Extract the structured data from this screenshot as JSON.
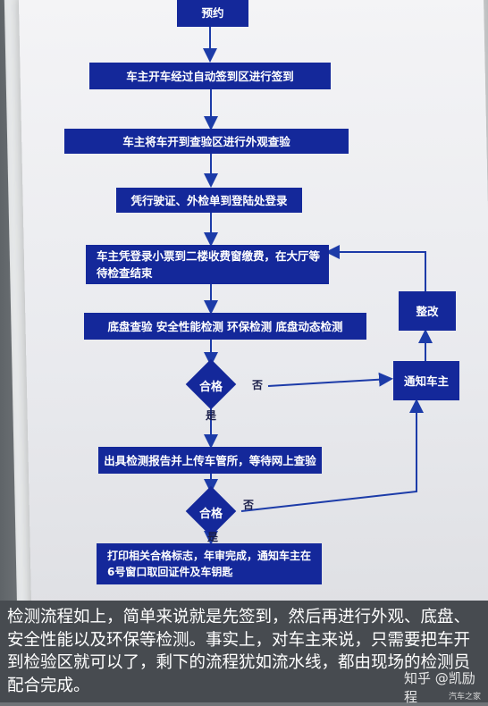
{
  "flowchart": {
    "start": "预约",
    "step1": "车主开车经过自动签到区进行签到",
    "step2": "车主将车开到查验区进行外观查验",
    "step3": "凭行驶证、外检单到登陆处登录",
    "step4": "车主凭登录小票到二楼收费窗缴费，在大厅等待检查结束",
    "step5": "底盘查验  安全性能检测  环保检测  底盘动态检测",
    "decision1": "合格",
    "no1": "否",
    "yes1": "是",
    "notify": "通知车主",
    "rectify": "整改",
    "step6": "出具检测报告并上传车管所，等待网上查验",
    "decision2": "合格",
    "no2": "否",
    "yes2": "是",
    "step7": "打印相关合格标志，年审完成，通知车主在6号窗口取回证件及车钥匙"
  },
  "caption": "检测流程如上，简单来说就是先签到，然后再进行外观、底盘、安全性能以及环保等检测。事实上，对车主来说，只需要把车开到检验区就可以了，剩下的流程犹如流水线，都由现场的检测员配合完成。",
  "watermark": "知乎 @凯励程",
  "watermark_small": "汽车之家",
  "colors": {
    "box": "#14289a",
    "arrow": "#1c3ba8"
  }
}
